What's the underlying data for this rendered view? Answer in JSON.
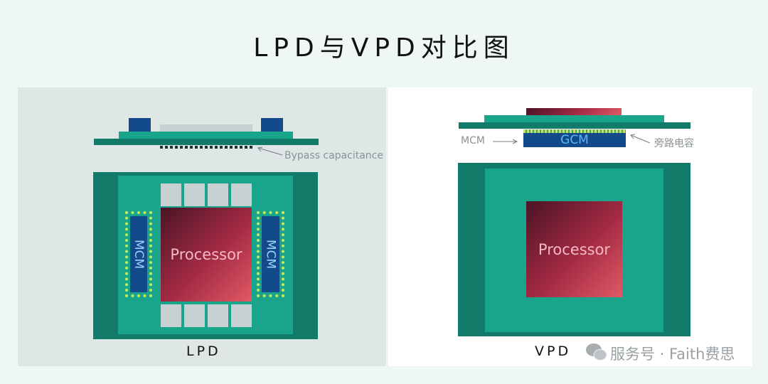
{
  "title": "LPD与VPD对比图",
  "lpd": {
    "caption": "LPD",
    "bypass_label": "Bypass capacitance",
    "processor_label": "Processor",
    "mcm_label": "MCM"
  },
  "vpd": {
    "caption": "VPD",
    "mcm_label": "MCM",
    "gcm_label": "GCM",
    "bypass_label": "旁路电容",
    "processor_label": "Processor"
  },
  "watermark": "服务号 · Faith费思"
}
